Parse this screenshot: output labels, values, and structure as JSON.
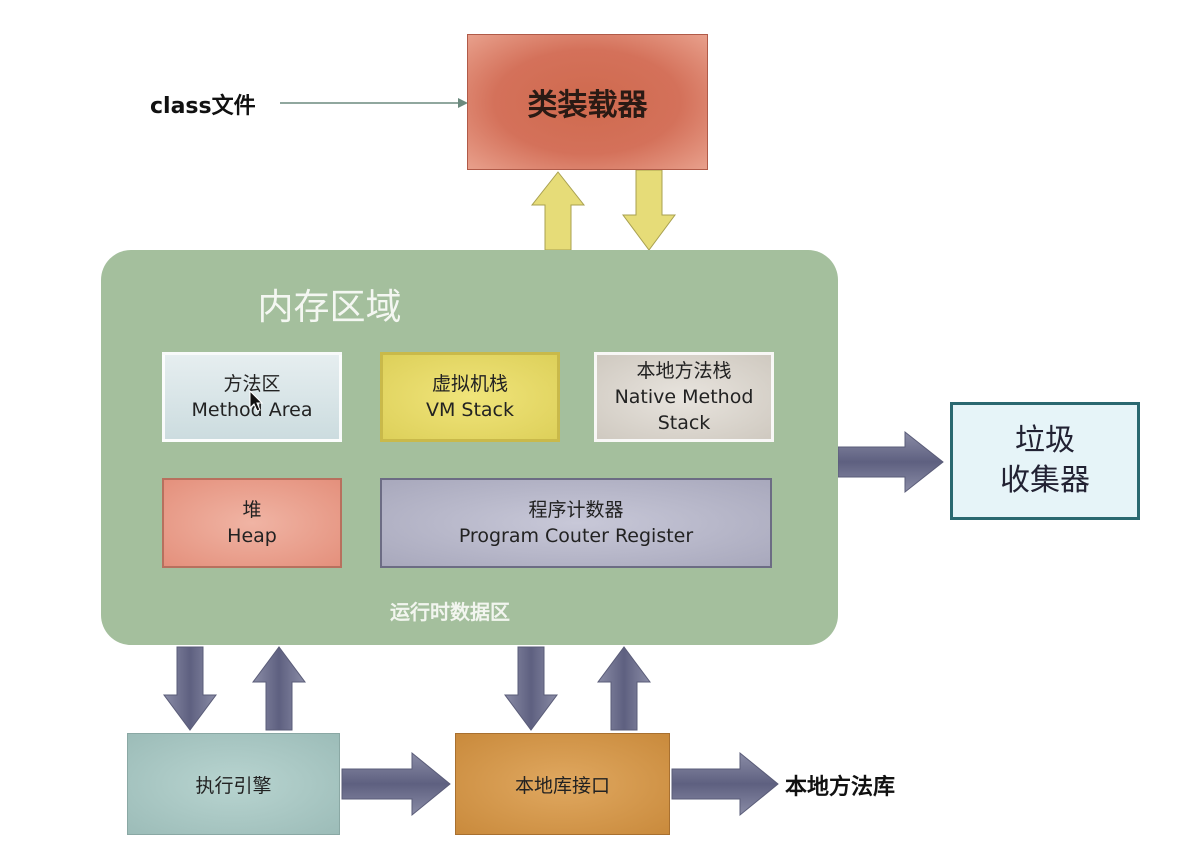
{
  "input": {
    "label": "class文件"
  },
  "class_loader": {
    "label": "类装载器"
  },
  "memory_area": {
    "title": "内存区域",
    "subtitle": "运行时数据区",
    "method_area": {
      "zh": "方法区",
      "en": "Method Area"
    },
    "vm_stack": {
      "zh": "虚拟机栈",
      "en": "VM Stack"
    },
    "native_method_stack": {
      "zh": "本地方法栈",
      "en1": "Native Method",
      "en2": "Stack"
    },
    "heap": {
      "zh": "堆",
      "en": "Heap"
    },
    "program_counter": {
      "zh": "程序计数器",
      "en": "Program Couter Register"
    }
  },
  "garbage_collector": {
    "line1": "垃圾",
    "line2": "收集器"
  },
  "execution_engine": {
    "label": "执行引擎"
  },
  "native_interface": {
    "label": "本地库接口"
  },
  "native_library": {
    "label": "本地方法库"
  },
  "colors": {
    "loader": "#d4715a",
    "memory": "#a4bf9d",
    "arrow_yellow": "#e6dc78",
    "arrow_slate": "#6e7090",
    "gc_border": "#2a6870"
  }
}
